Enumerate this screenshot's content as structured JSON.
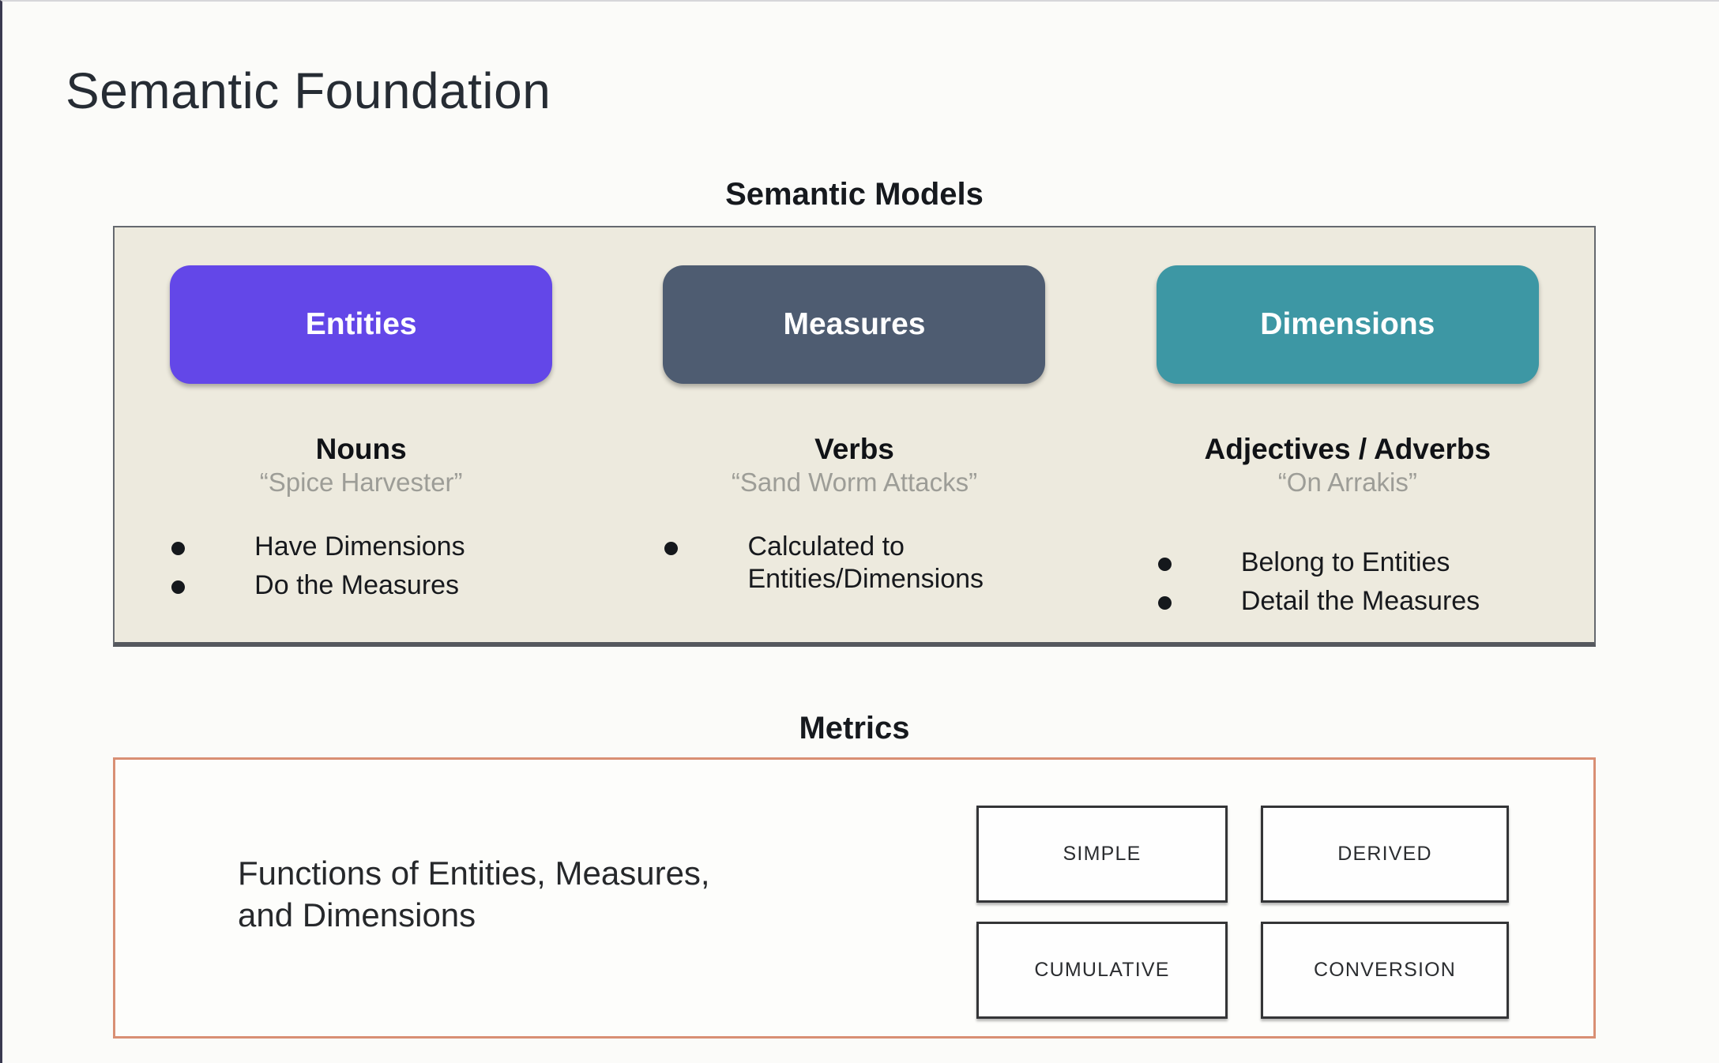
{
  "slide": {
    "title": "Semantic Foundation"
  },
  "semantic_models": {
    "heading": "Semantic Models",
    "columns": [
      {
        "button_label": "Entities",
        "button_color": "#6347e8",
        "part_of_speech": "Nouns",
        "example": "“Spice Harvester”",
        "bullets": [
          "Have Dimensions",
          "Do the Measures"
        ]
      },
      {
        "button_label": "Measures",
        "button_color": "#4e5c71",
        "part_of_speech": "Verbs",
        "example": "“Sand Worm Attacks”",
        "bullets": [
          "Calculated to Entities/Dimensions"
        ]
      },
      {
        "button_label": "Dimensions",
        "button_color": "#3d97a4",
        "part_of_speech": "Adjectives / Adverbs",
        "example": "“On Arrakis”",
        "bullets": [
          "Belong to Entities",
          "Detail the Measures"
        ]
      }
    ]
  },
  "metrics": {
    "heading": "Metrics",
    "description_lines": [
      "Functions of Entities, Measures,",
      "and Dimensions"
    ],
    "types": [
      "SIMPLE",
      "DERIVED",
      "CUMULATIVE",
      "CONVERSION"
    ]
  },
  "colors": {
    "page_background": "#fbfbf9",
    "panel_background": "#edeade",
    "panel_border": "#65696f",
    "metrics_border": "#d98f74",
    "quote_text": "#9d9d97"
  }
}
